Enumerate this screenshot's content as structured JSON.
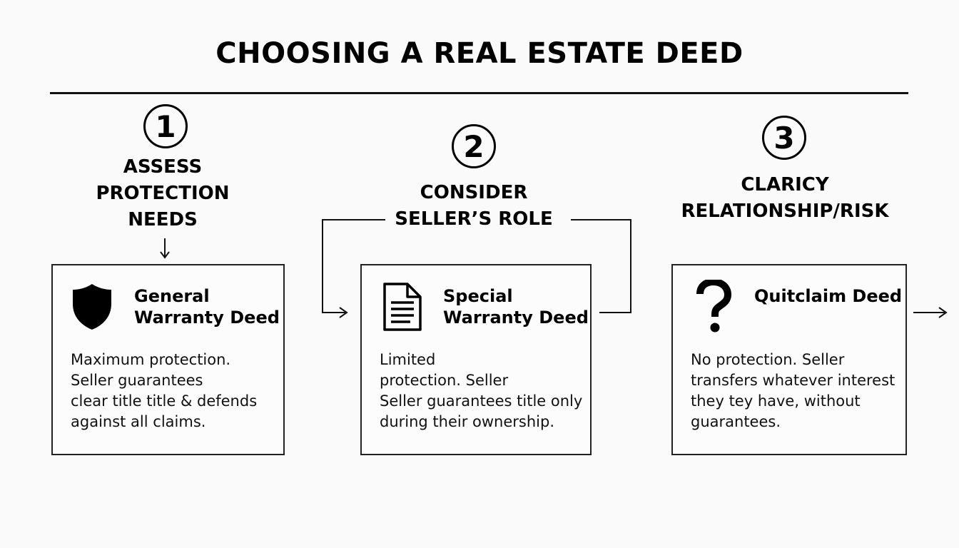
{
  "title": "CHOOSING A REAL ESTATE DEED",
  "steps": [
    {
      "number": "1",
      "label": "ASSESS\nPROTECTION\nNEEDS",
      "card": {
        "icon": "shield-icon",
        "title": "General\nWarranty Deed",
        "description": "Maximum protection.\nSeller guarantees\nclear title title & defends\nagainst all claims."
      }
    },
    {
      "number": "2",
      "label": "CONSIDER\nSELLER’S ROLE",
      "card": {
        "icon": "document-icon",
        "title": "Special\nWarranty Deed",
        "description": "Limited\nprotection. Seller\nSeller guarantees title only\nduring their ownership."
      }
    },
    {
      "number": "3",
      "label": "CLARICY\nRELATIONSHIP/RISK",
      "card": {
        "icon": "question-mark-icon",
        "title": "Quitclaim Deed",
        "description": "No protection. Seller\ntransfers whatever interest\nthey tey have, without\nguarantees."
      }
    }
  ]
}
